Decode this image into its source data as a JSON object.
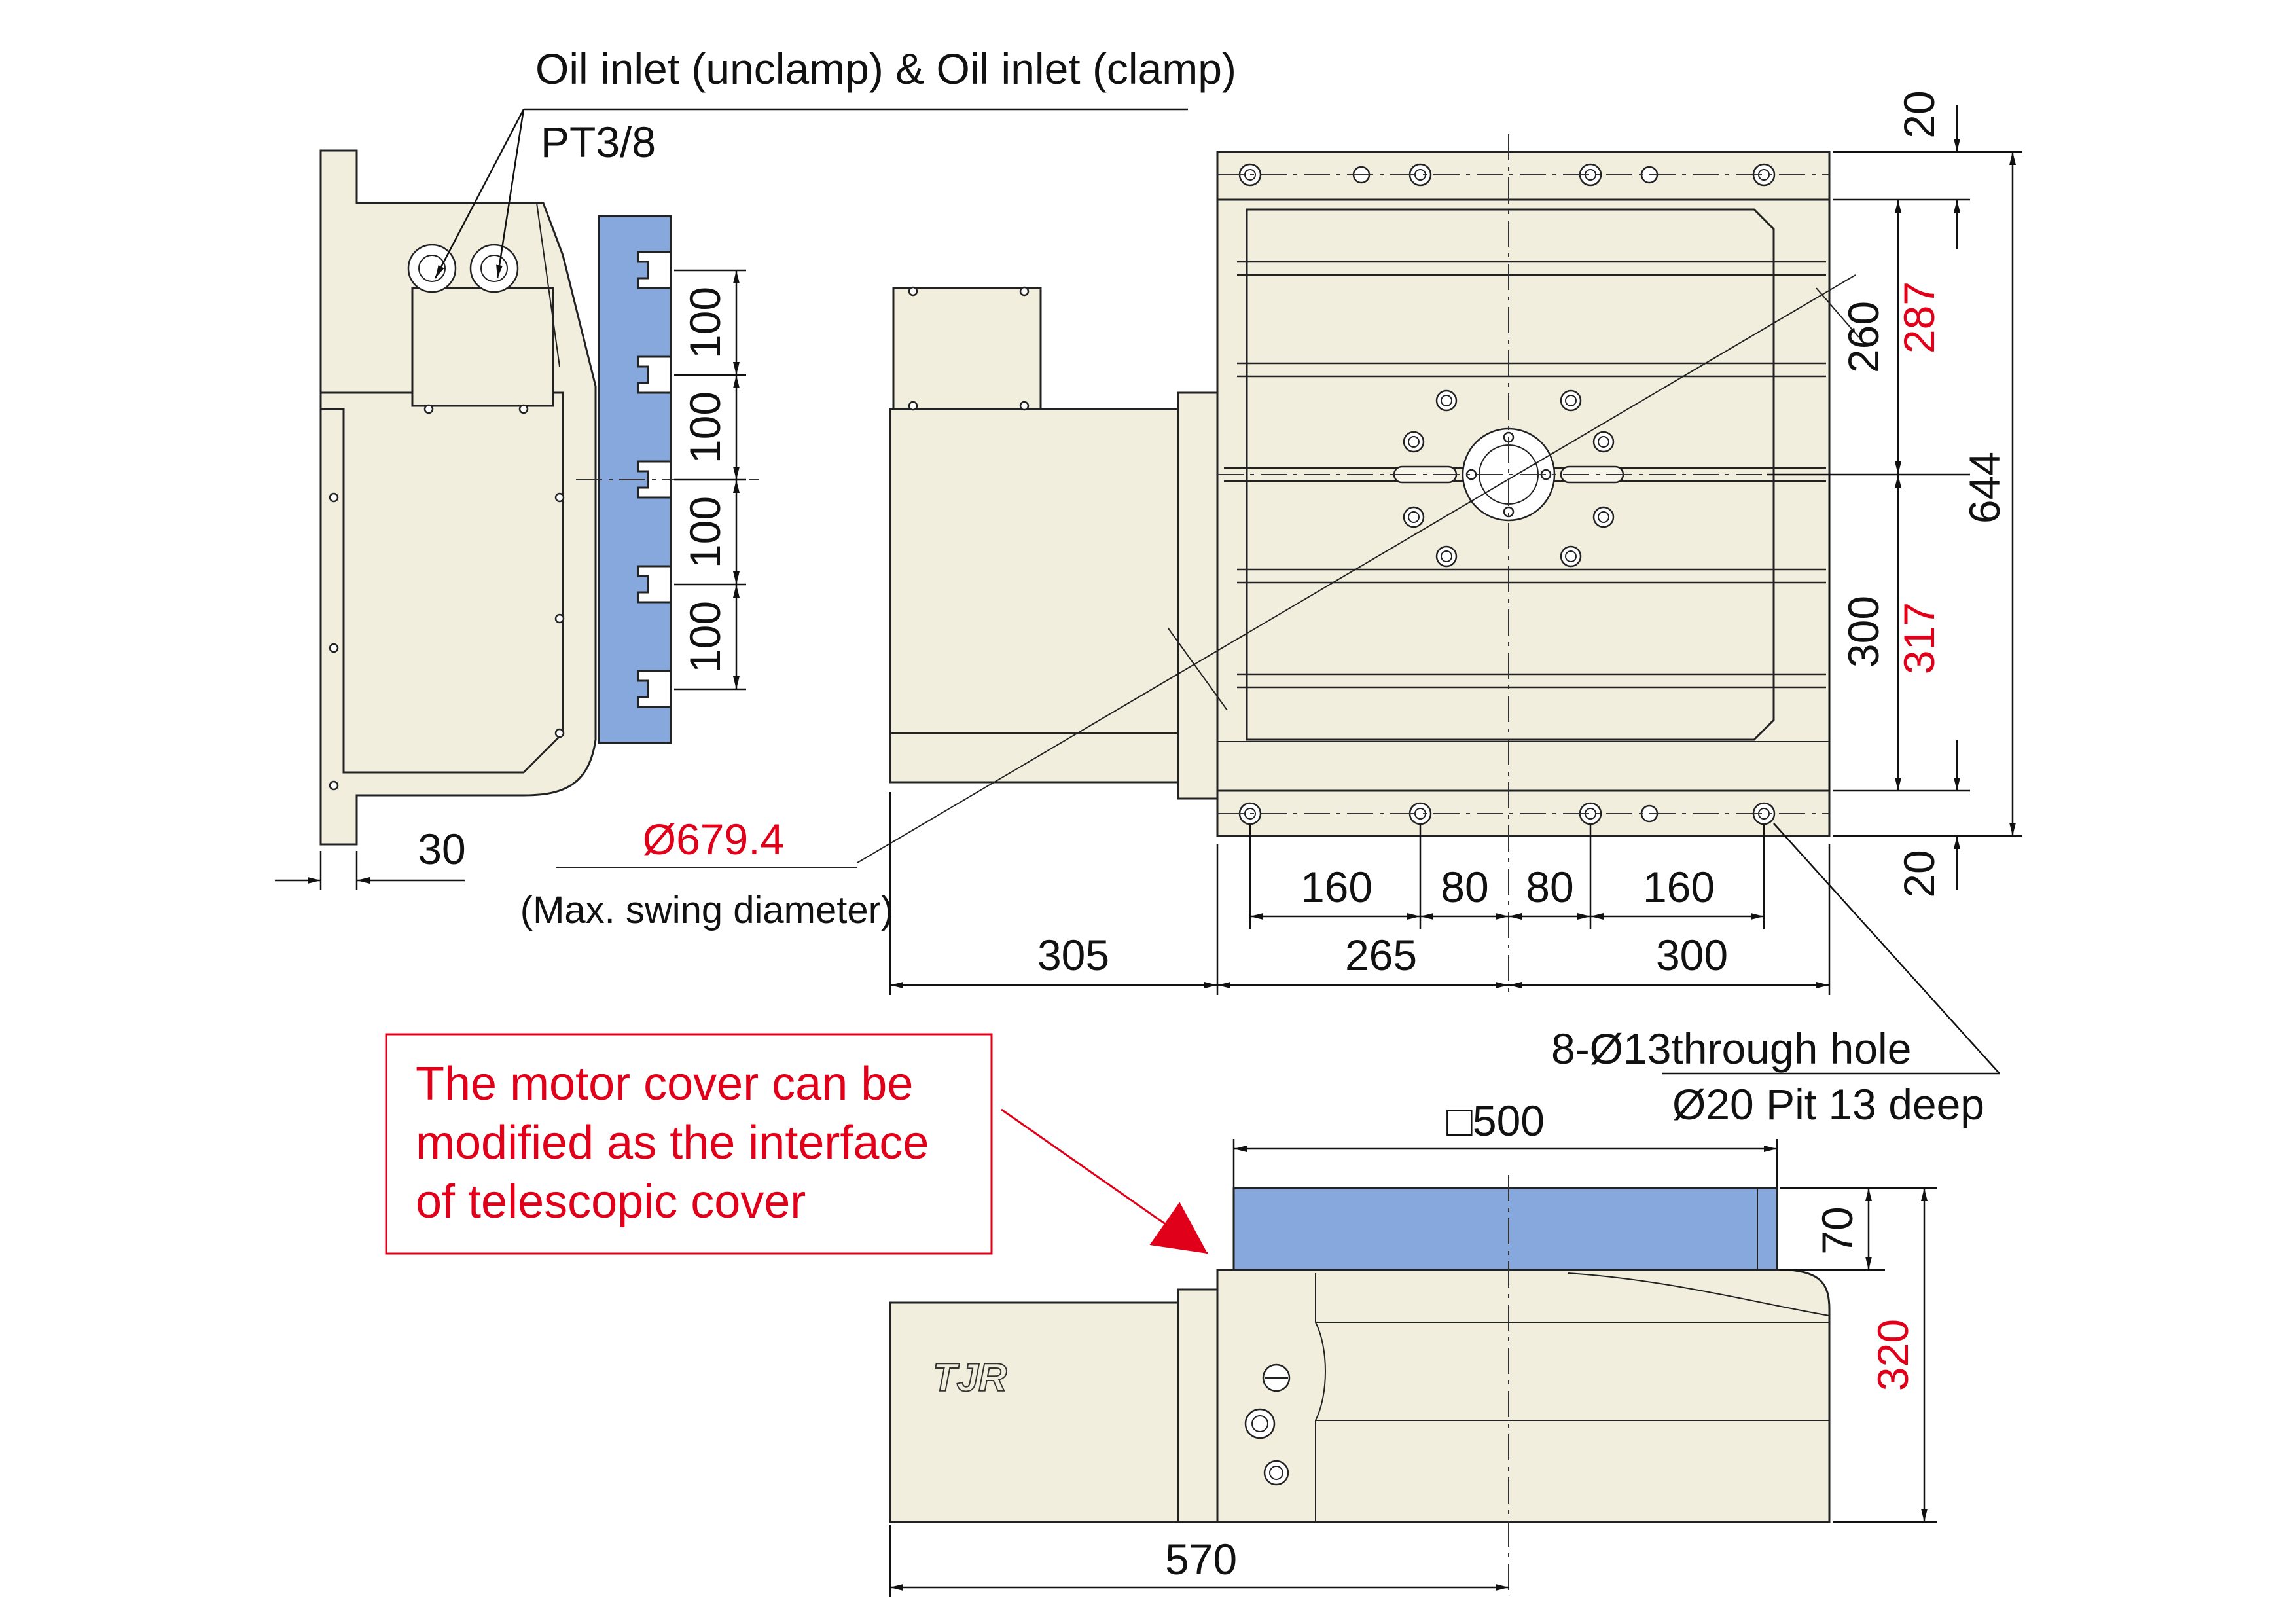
{
  "labels": {
    "oil_inlet": "Oil inlet (unclamp) & Oil inlet (clamp)",
    "pt_thread": "PT3/8",
    "swing_diameter": "Ø679.4",
    "swing_caption": "(Max. swing diameter)",
    "holes_line1": "8-Ø13through hole",
    "holes_line2": "Ø20 Pit 13 deep",
    "table_size": "□500",
    "brand": "TJR"
  },
  "note": {
    "lines": [
      "The motor cover can be",
      "modified as the interface",
      "of telescopic cover"
    ]
  },
  "dimensions": {
    "slot_pitch": [
      "100",
      "100",
      "100",
      "100"
    ],
    "flange": "30",
    "top_gap": "20",
    "bottom_gap": "20",
    "diag": "260",
    "upper": "287",
    "total": "644",
    "lower_inner": "300",
    "lower": "317",
    "hole_spacing": [
      "160",
      "80",
      "80",
      "160"
    ],
    "motor_length": "305",
    "left_half": "265",
    "right_half": "300",
    "table_thickness": "70",
    "overall_height": "320",
    "base_length": "570"
  },
  "colors": {
    "body": "#f2eedd",
    "table": "#86a8dc",
    "note": "#e0001a",
    "line": "#222222"
  }
}
